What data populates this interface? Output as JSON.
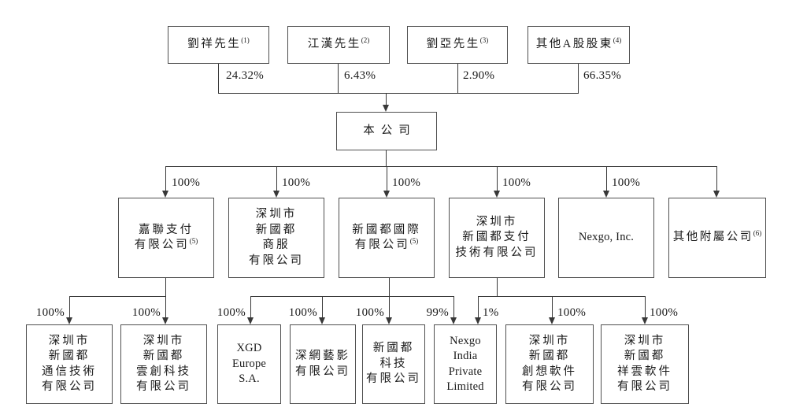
{
  "colors": {
    "line": "#383838",
    "box_border": "#4f4f4f",
    "text": "#1a1a1a",
    "background": "#ffffff"
  },
  "shareholders": [
    {
      "name": "劉祥先生",
      "sup": "(1)",
      "pct": "24.32%"
    },
    {
      "name": "江漢先生",
      "sup": "(2)",
      "pct": "6.43%"
    },
    {
      "name": "劉亞先生",
      "sup": "(3)",
      "pct": "2.90%"
    },
    {
      "name": "其他A股股東",
      "sup": "(4)",
      "pct": "66.35%"
    }
  ],
  "company": {
    "name": "本公司"
  },
  "subsidiaries": [
    {
      "name_lines": [
        "嘉聯支付",
        "有限公司"
      ],
      "sup": "(5)",
      "pct": "100%"
    },
    {
      "name_lines": [
        "深圳市",
        "新國都",
        "商服",
        "有限公司"
      ],
      "sup": "",
      "pct": "100%"
    },
    {
      "name_lines": [
        "新國都國際",
        "有限公司"
      ],
      "sup": "(5)",
      "pct": "100%"
    },
    {
      "name_lines": [
        "深圳市",
        "新國都支付",
        "技術有限公司"
      ],
      "sup": "",
      "pct": "100%"
    },
    {
      "name_lines": [
        "Nexgo, Inc."
      ],
      "sup": "",
      "pct": "100%"
    },
    {
      "name_lines": [
        "其他附屬公司"
      ],
      "sup": "(6)",
      "pct": ""
    }
  ],
  "grandchildren": [
    {
      "name_lines": [
        "深圳市",
        "新國都",
        "通信技術",
        "有限公司"
      ],
      "pct": "100%"
    },
    {
      "name_lines": [
        "深圳市",
        "新國都",
        "雲創科技",
        "有限公司"
      ],
      "pct": "100%"
    },
    {
      "name_lines": [
        "XGD",
        "Europe",
        "S.A."
      ],
      "pct": "100%"
    },
    {
      "name_lines": [
        "深網藝影",
        "有限公司"
      ],
      "pct": "100%"
    },
    {
      "name_lines": [
        "新國都",
        "科技",
        "有限公司"
      ],
      "pct": "100%"
    },
    {
      "name_lines": [
        "Nexgo",
        "India",
        "Private",
        "Limited"
      ],
      "pct_majority": "99%",
      "pct_minority": "1%"
    },
    {
      "name_lines": [
        "深圳市",
        "新國都",
        "創想軟件",
        "有限公司"
      ],
      "pct": "100%"
    },
    {
      "name_lines": [
        "深圳市",
        "新國都",
        "祥雲軟件",
        "有限公司"
      ],
      "pct": "100%"
    }
  ]
}
